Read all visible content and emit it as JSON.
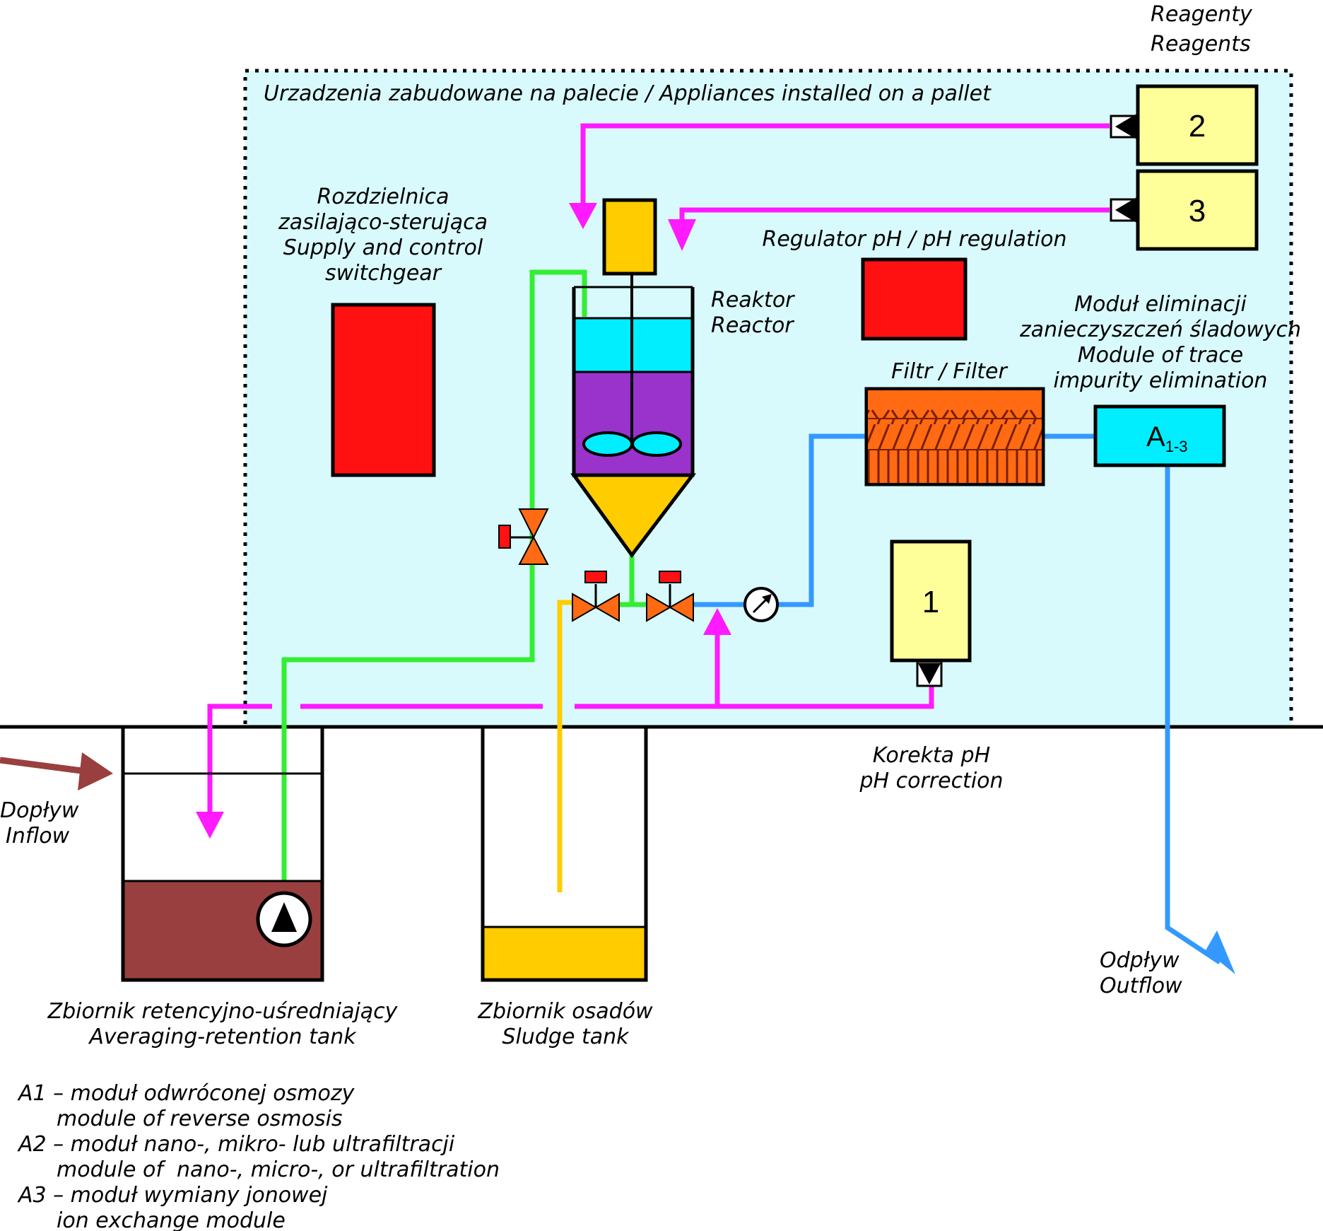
{
  "pallet": {
    "title": "Urzadzenia zabudowane na palecie / Appliances installed on a pallet"
  },
  "reagents": {
    "header_pl": "Reagenty",
    "header_en": "Reagents",
    "tank_1": "1",
    "tank_2": "2",
    "tank_3": "3"
  },
  "switchgear": {
    "line1": "Rozdzielnica",
    "line2": "zasilająco-sterująca",
    "line3": "Supply and control",
    "line4": "switchgear"
  },
  "reactor": {
    "line1": "Reaktor",
    "line2": "Reactor"
  },
  "ph_regulator": {
    "label": "Regulator pH / pH regulation"
  },
  "filter": {
    "label": "Filtr / Filter"
  },
  "trace_module": {
    "line1": "Moduł eliminacji",
    "line2": "zanieczyszczeń śladowych",
    "line3": "Module of trace",
    "line4": "impurity elimination",
    "box_main": "A",
    "box_sub": "1-3"
  },
  "ph_correction": {
    "line1": "Korekta pH",
    "line2": "pH correction"
  },
  "inflow": {
    "line1": "Dopływ",
    "line2": "Inflow"
  },
  "outflow": {
    "line1": "Odpływ",
    "line2": "Outflow"
  },
  "averaging_tank": {
    "line1": "Zbiornik retencyjno-uśredniający",
    "line2": "Averaging-retention tank"
  },
  "sludge_tank": {
    "line1": "Zbiornik osadów",
    "line2": "Sludge tank"
  },
  "legend": [
    {
      "pl": "A1 – moduł odwróconej osmozy",
      "en": "module of reverse osmosis"
    },
    {
      "pl": "A2 – moduł nano-, mikro- lub ultrafiltracji",
      "en": "module of  nano-, micro-, or ultrafiltration"
    },
    {
      "pl": "A3 – moduł wymiany jonowej",
      "en": "ion exchange module"
    }
  ],
  "colors": {
    "pallet_bg": "#d9fafc",
    "reagent_line": "#ff1aff",
    "water_line": "#3399ff",
    "pump_line": "#33ee33",
    "sludge_line": "#ffcc00",
    "red_box": "#ff1111",
    "reagent_tank": "#ffff99",
    "filter": "#ff6a13",
    "module_box": "#00eeff",
    "reactor_water": "#00eeff",
    "reactor_mix": "#9933cc",
    "reactor_cone": "#ffcc00",
    "averaging_liquid": "#993f3f",
    "sludge": "#ffcc00",
    "inflow_arrow": "#993f3f"
  }
}
